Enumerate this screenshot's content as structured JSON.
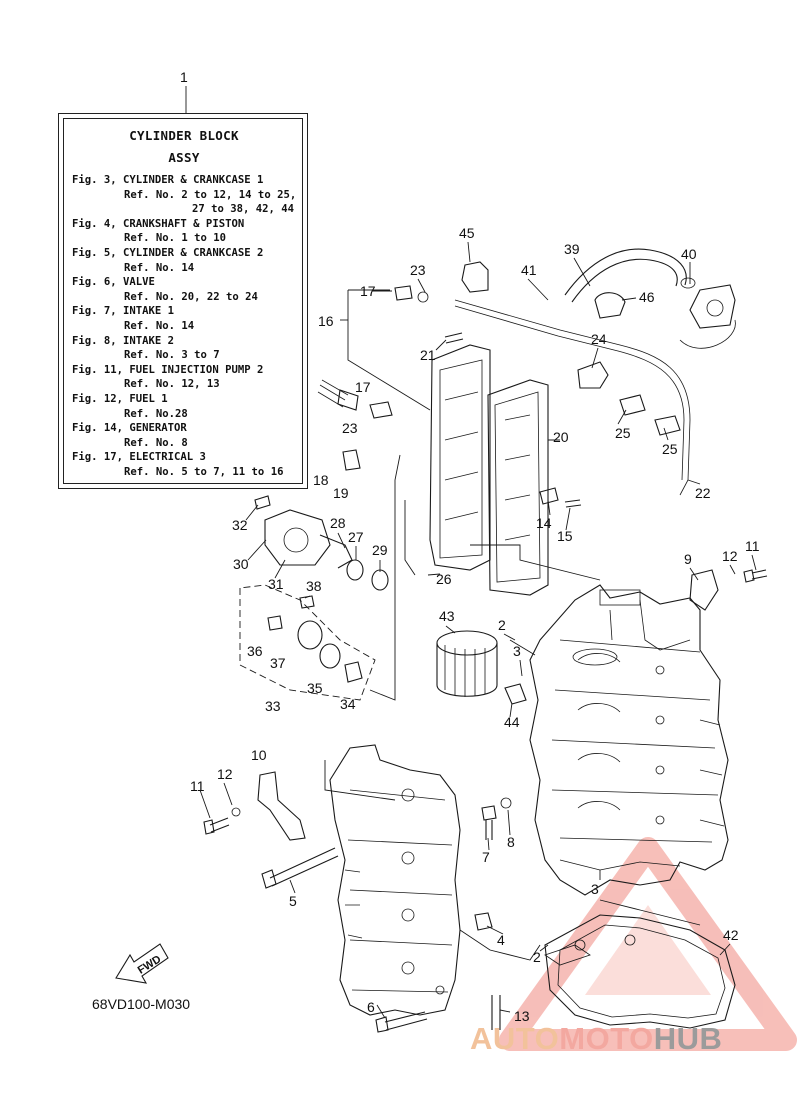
{
  "assembly_callout": "1",
  "info_box": {
    "title_line1": "CYLINDER BLOCK",
    "title_line2": "ASSY",
    "references": [
      {
        "fig": "Fig. 3, CYLINDER & CRANKCASE 1",
        "refs": [
          "Ref. No. 2 to 12, 14 to 25,",
          "27 to 38, 42, 44"
        ]
      },
      {
        "fig": "Fig. 4, CRANKSHAFT & PISTON",
        "refs": [
          "Ref. No. 1 to 10"
        ]
      },
      {
        "fig": "Fig. 5, CYLINDER & CRANKCASE 2",
        "refs": [
          "Ref. No. 14"
        ]
      },
      {
        "fig": "Fig. 6, VALVE",
        "refs": [
          "Ref. No. 20, 22 to 24"
        ]
      },
      {
        "fig": "Fig. 7, INTAKE 1",
        "refs": [
          "Ref. No. 14"
        ]
      },
      {
        "fig": "Fig. 8, INTAKE 2",
        "refs": [
          "Ref. No. 3 to 7"
        ]
      },
      {
        "fig": "Fig. 11, FUEL INJECTION PUMP 2",
        "refs": [
          "Ref. No. 12, 13"
        ]
      },
      {
        "fig": "Fig. 12, FUEL 1",
        "refs": [
          "Ref. No.28"
        ]
      },
      {
        "fig": "Fig. 14, GENERATOR",
        "refs": [
          "Ref. No. 8"
        ]
      },
      {
        "fig": "Fig. 17, ELECTRICAL 3",
        "refs": [
          "Ref. No. 5 to 7, 11 to 16"
        ]
      }
    ]
  },
  "callouts": {
    "c45": "45",
    "c39": "39",
    "c40": "40",
    "c23a": "23",
    "c41": "41",
    "c46": "46",
    "c17a": "17",
    "c16": "16",
    "c24": "24",
    "c21": "21",
    "c17b": "17",
    "c23b": "23",
    "c20": "20",
    "c25a": "25",
    "c25b": "25",
    "c18": "18",
    "c19": "19",
    "c22": "22",
    "c14": "14",
    "c15": "15",
    "c32": "32",
    "c28": "28",
    "c27": "27",
    "c29": "29",
    "c30": "30",
    "c26": "26",
    "c31": "31",
    "c38": "38",
    "c9": "9",
    "c12a": "12",
    "c11a": "11",
    "c43": "43",
    "c2a": "2",
    "c3a": "3",
    "c36": "36",
    "c37": "37",
    "c35": "35",
    "c34": "34",
    "c44": "44",
    "c33": "33",
    "c10": "10",
    "c11b": "11",
    "c12b": "12",
    "c7": "7",
    "c8": "8",
    "c5": "5",
    "c3b": "3",
    "c4": "4",
    "c42": "42",
    "c2b": "2",
    "c6": "6",
    "c13": "13"
  },
  "fwd_label": "FWD",
  "diagram_code": "68VD100-M030",
  "watermark": {
    "part1": "AUTO",
    "part2": "MOTO",
    "part3": "HUB"
  },
  "colors": {
    "line": "#1a1a1a",
    "watermark_red": "#f08a80",
    "watermark_orange": "#f2c29b",
    "watermark_gray": "#9b9b9b"
  }
}
